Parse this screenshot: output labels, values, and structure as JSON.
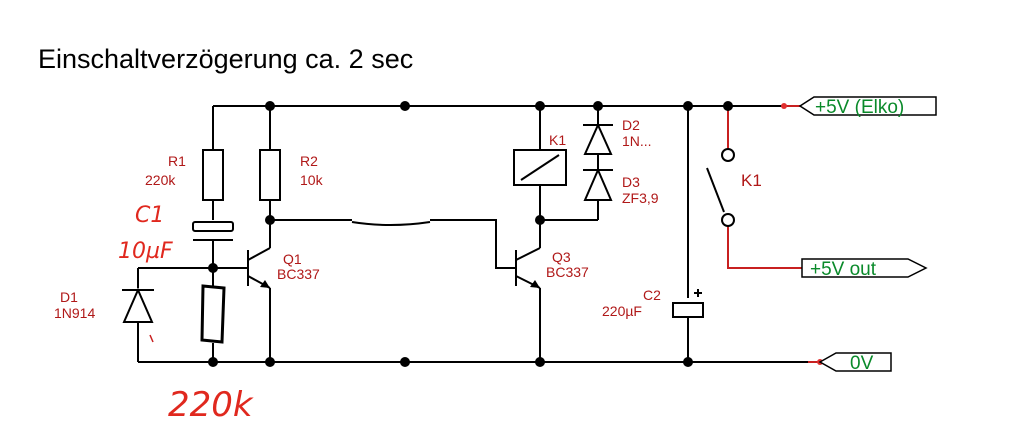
{
  "title": "Einschaltverzögerung ca. 2 sec",
  "components": {
    "r1": {
      "ref": "R1",
      "value": "220k"
    },
    "r2": {
      "ref": "R2",
      "value": "10k"
    },
    "q1": {
      "ref": "Q1",
      "value": "BC337"
    },
    "q3": {
      "ref": "Q3",
      "value": "BC337"
    },
    "d1": {
      "ref": "D1",
      "value": "1N914"
    },
    "d2": {
      "ref": "D2",
      "value": "1N..."
    },
    "d3": {
      "ref": "D3",
      "value": "ZF3,9"
    },
    "c2": {
      "ref": "C2",
      "value": "220µF"
    },
    "k1_coil": {
      "ref": "K1"
    },
    "k1_contact": {
      "ref": "K1"
    }
  },
  "ports": {
    "vin": "+5V (Elko)",
    "vout": "+5V out",
    "gnd": "0V"
  },
  "handwritten": {
    "c1_ref": "C1",
    "c1_value": "10µF",
    "resistor_value": "220k"
  },
  "colors": {
    "wire": "#000000",
    "component_label": "#b01818",
    "port_text": "#0a8a2a",
    "handwriting": "#e0281e"
  }
}
